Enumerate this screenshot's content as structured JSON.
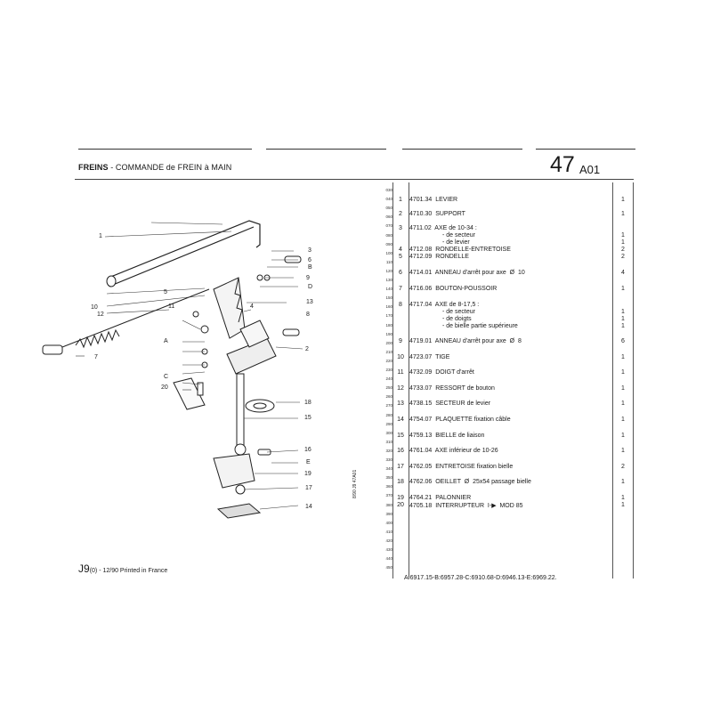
{
  "header": {
    "title_main": "FREINS",
    "title_rest": " - COMMANDE de FREIN à MAIN",
    "page_number": "47",
    "page_suffix": "A01"
  },
  "codes": [
    "030",
    "040",
    "050",
    "060",
    "070",
    "080",
    "090",
    "100",
    "110",
    "120",
    "130",
    "140",
    "150",
    "160",
    "170",
    "180",
    "190",
    "200",
    "210",
    "220",
    "230",
    "240",
    "250",
    "260",
    "270",
    "280",
    "290",
    "300",
    "310",
    "320",
    "330",
    "340",
    "350",
    "360",
    "370",
    "380",
    "390",
    "400",
    "410",
    "420",
    "430",
    "440",
    "450"
  ],
  "parts": [
    {
      "idx": "1",
      "desc": "4701.34  LEVIER",
      "qty": "1"
    },
    {
      "idx": "2",
      "desc": "4710.30  SUPPORT",
      "qty": "1"
    },
    {
      "idx": "3",
      "desc": "4711.02  AXE de 10-34 :",
      "qty": ""
    },
    {
      "idx": "",
      "desc": "- de secteur",
      "qty": "1"
    },
    {
      "idx": "",
      "desc": "- de levier",
      "qty": "1"
    },
    {
      "idx": "4",
      "desc": "4712.08  RONDELLE-ENTRETOISE",
      "qty": "2"
    },
    {
      "idx": "5",
      "desc": "4712.09  RONDELLE",
      "qty": "2"
    },
    {
      "idx": "6",
      "desc": "4714.01  ANNEAU d'arrêt pour axe  Ø  10",
      "qty": "4"
    },
    {
      "idx": "7",
      "desc": "4716.06  BOUTON-POUSSOIR",
      "qty": "1"
    },
    {
      "idx": "8",
      "desc": "4717.04  AXE de 8-17,5 :",
      "qty": ""
    },
    {
      "idx": "",
      "desc": "- de secteur",
      "qty": "1"
    },
    {
      "idx": "",
      "desc": "- de doigts",
      "qty": "1"
    },
    {
      "idx": "",
      "desc": "- de bielle partie supérieure",
      "qty": "1"
    },
    {
      "idx": "9",
      "desc": "4719.01  ANNEAU d'arrêt pour axe  Ø  8",
      "qty": "6"
    },
    {
      "idx": "10",
      "desc": "4723.07  TIGE",
      "qty": "1"
    },
    {
      "idx": "11",
      "desc": "4732.09  DOIGT d'arrêt",
      "qty": "1"
    },
    {
      "idx": "12",
      "desc": "4733.07  RESSORT de bouton",
      "qty": "1"
    },
    {
      "idx": "13",
      "desc": "4738.15  SECTEUR de levier",
      "qty": "1"
    },
    {
      "idx": "14",
      "desc": "4754.07  PLAQUETTE fixation câble",
      "qty": "1"
    },
    {
      "idx": "15",
      "desc": "4759.13  BIELLE de liaison",
      "qty": "1"
    },
    {
      "idx": "16",
      "desc": "4761.04  AXE inférieur de 10-26",
      "qty": "1"
    },
    {
      "idx": "17",
      "desc": "4762.05  ENTRETOISE fixation bielle",
      "qty": "2"
    },
    {
      "idx": "18",
      "desc": "4762.06  OEILLET  Ø  25x54 passage bielle",
      "qty": "1"
    },
    {
      "idx": "19",
      "desc": "4764.21  PALONNIER",
      "qty": "1"
    },
    {
      "idx": "20",
      "desc": "4705.18  INTERRUPTEUR  I-▶  MOD 85",
      "qty": "1"
    }
  ],
  "references": "A:6917.15-B:6957.28-C:6910.68-D:6946.13-E:6969.22.",
  "footer": {
    "code": "J9",
    "code_sub": "(0)",
    "printed": " - 12/90 Printed in France",
    "vertical_code": "8/90  J9  47A01"
  },
  "callouts": [
    "1",
    "2",
    "3",
    "4",
    "5",
    "6",
    "7",
    "8",
    "9",
    "10",
    "11",
    "12",
    "13",
    "14",
    "15",
    "16",
    "17",
    "18",
    "19",
    "20",
    "A",
    "B",
    "C",
    "D",
    "E"
  ]
}
